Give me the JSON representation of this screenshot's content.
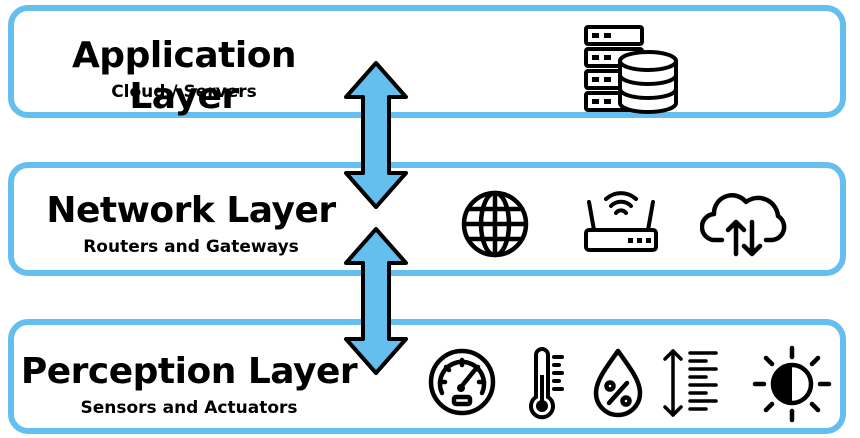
{
  "layers": [
    {
      "title": "Application Layer",
      "subtitle": "Cloud / Servers",
      "icons": [
        "server-database-icon"
      ]
    },
    {
      "title": "Network Layer",
      "subtitle": "Routers and Gateways",
      "icons": [
        "globe-icon",
        "wifi-router-icon",
        "cloud-upload-download-icon"
      ]
    },
    {
      "title": "Perception Layer",
      "subtitle": "Sensors and Actuators",
      "icons": [
        "gauge-icon",
        "thermometer-icon",
        "humidity-drop-icon",
        "distance-level-icon",
        "brightness-icon"
      ]
    }
  ],
  "colors": {
    "border": "#64bfee",
    "arrow_fill": "#64bfee",
    "outline": "#000000"
  }
}
